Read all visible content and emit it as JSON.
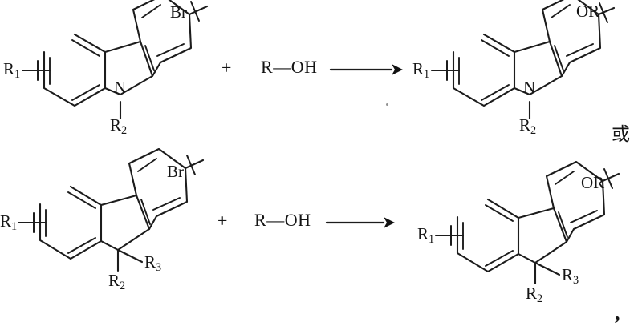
{
  "document": {
    "kind": "chemical-reaction-scheme",
    "connector_between_rows": "或",
    "trailing_punctuation": ","
  },
  "reactions": [
    {
      "id": "carbazole-etherification",
      "reactant": {
        "core_name": "carbazole",
        "substituents": [
          {
            "label": "Br",
            "position": "upper-right-ring",
            "bond_style": "crossed"
          },
          {
            "label": "R",
            "sub": "1",
            "position": "left-ring",
            "bond_style": "crossed"
          },
          {
            "label": "R",
            "sub": "2",
            "position": "nitrogen",
            "bond_style": "plain"
          }
        ],
        "heteroatom": "N"
      },
      "plus": "+",
      "reagent": {
        "text": "R—OH",
        "left": "R",
        "right": "OH",
        "bond": "—"
      },
      "arrow": {
        "direction": "right",
        "condition_above": "",
        "condition_below": ""
      },
      "product": {
        "core_name": "carbazole",
        "substituents": [
          {
            "label": "OR",
            "position": "upper-right-ring",
            "bond_style": "crossed"
          },
          {
            "label": "R",
            "sub": "1",
            "position": "left-ring",
            "bond_style": "crossed"
          },
          {
            "label": "R",
            "sub": "2",
            "position": "nitrogen",
            "bond_style": "plain"
          }
        ],
        "heteroatom": "N"
      }
    },
    {
      "id": "fluorene-etherification",
      "reactant": {
        "core_name": "fluorene",
        "substituents": [
          {
            "label": "Br",
            "position": "upper-right-ring",
            "bond_style": "crossed"
          },
          {
            "label": "R",
            "sub": "1",
            "position": "left-ring",
            "bond_style": "crossed"
          },
          {
            "label": "R",
            "sub": "2",
            "position": "C9-down",
            "bond_style": "plain"
          },
          {
            "label": "R",
            "sub": "3",
            "position": "C9-right",
            "bond_style": "plain"
          }
        ],
        "heteroatom": ""
      },
      "plus": "+",
      "reagent": {
        "text": "R—OH",
        "left": "R",
        "right": "OH",
        "bond": "—"
      },
      "arrow": {
        "direction": "right",
        "condition_above": "",
        "condition_below": ""
      },
      "product": {
        "core_name": "fluorene",
        "substituents": [
          {
            "label": "OR",
            "position": "upper-right-ring",
            "bond_style": "crossed"
          },
          {
            "label": "R",
            "sub": "1",
            "position": "left-ring",
            "bond_style": "crossed"
          },
          {
            "label": "R",
            "sub": "2",
            "position": "C9-down",
            "bond_style": "plain"
          },
          {
            "label": "R",
            "sub": "3",
            "position": "C9-right",
            "bond_style": "plain"
          }
        ],
        "heteroatom": ""
      }
    }
  ],
  "labels": {
    "br": "Br",
    "or": "OR",
    "n": "N",
    "r": "R",
    "sub1": "1",
    "sub2": "2",
    "sub3": "3",
    "plus": "+",
    "reagent_r": "R",
    "reagent_oh": "OH",
    "reagent_dash": "—",
    "or_cjk": "或",
    "comma": ","
  },
  "colors": {
    "bond": "#1c1c1c",
    "text": "#141414",
    "background": "#ffffff"
  }
}
